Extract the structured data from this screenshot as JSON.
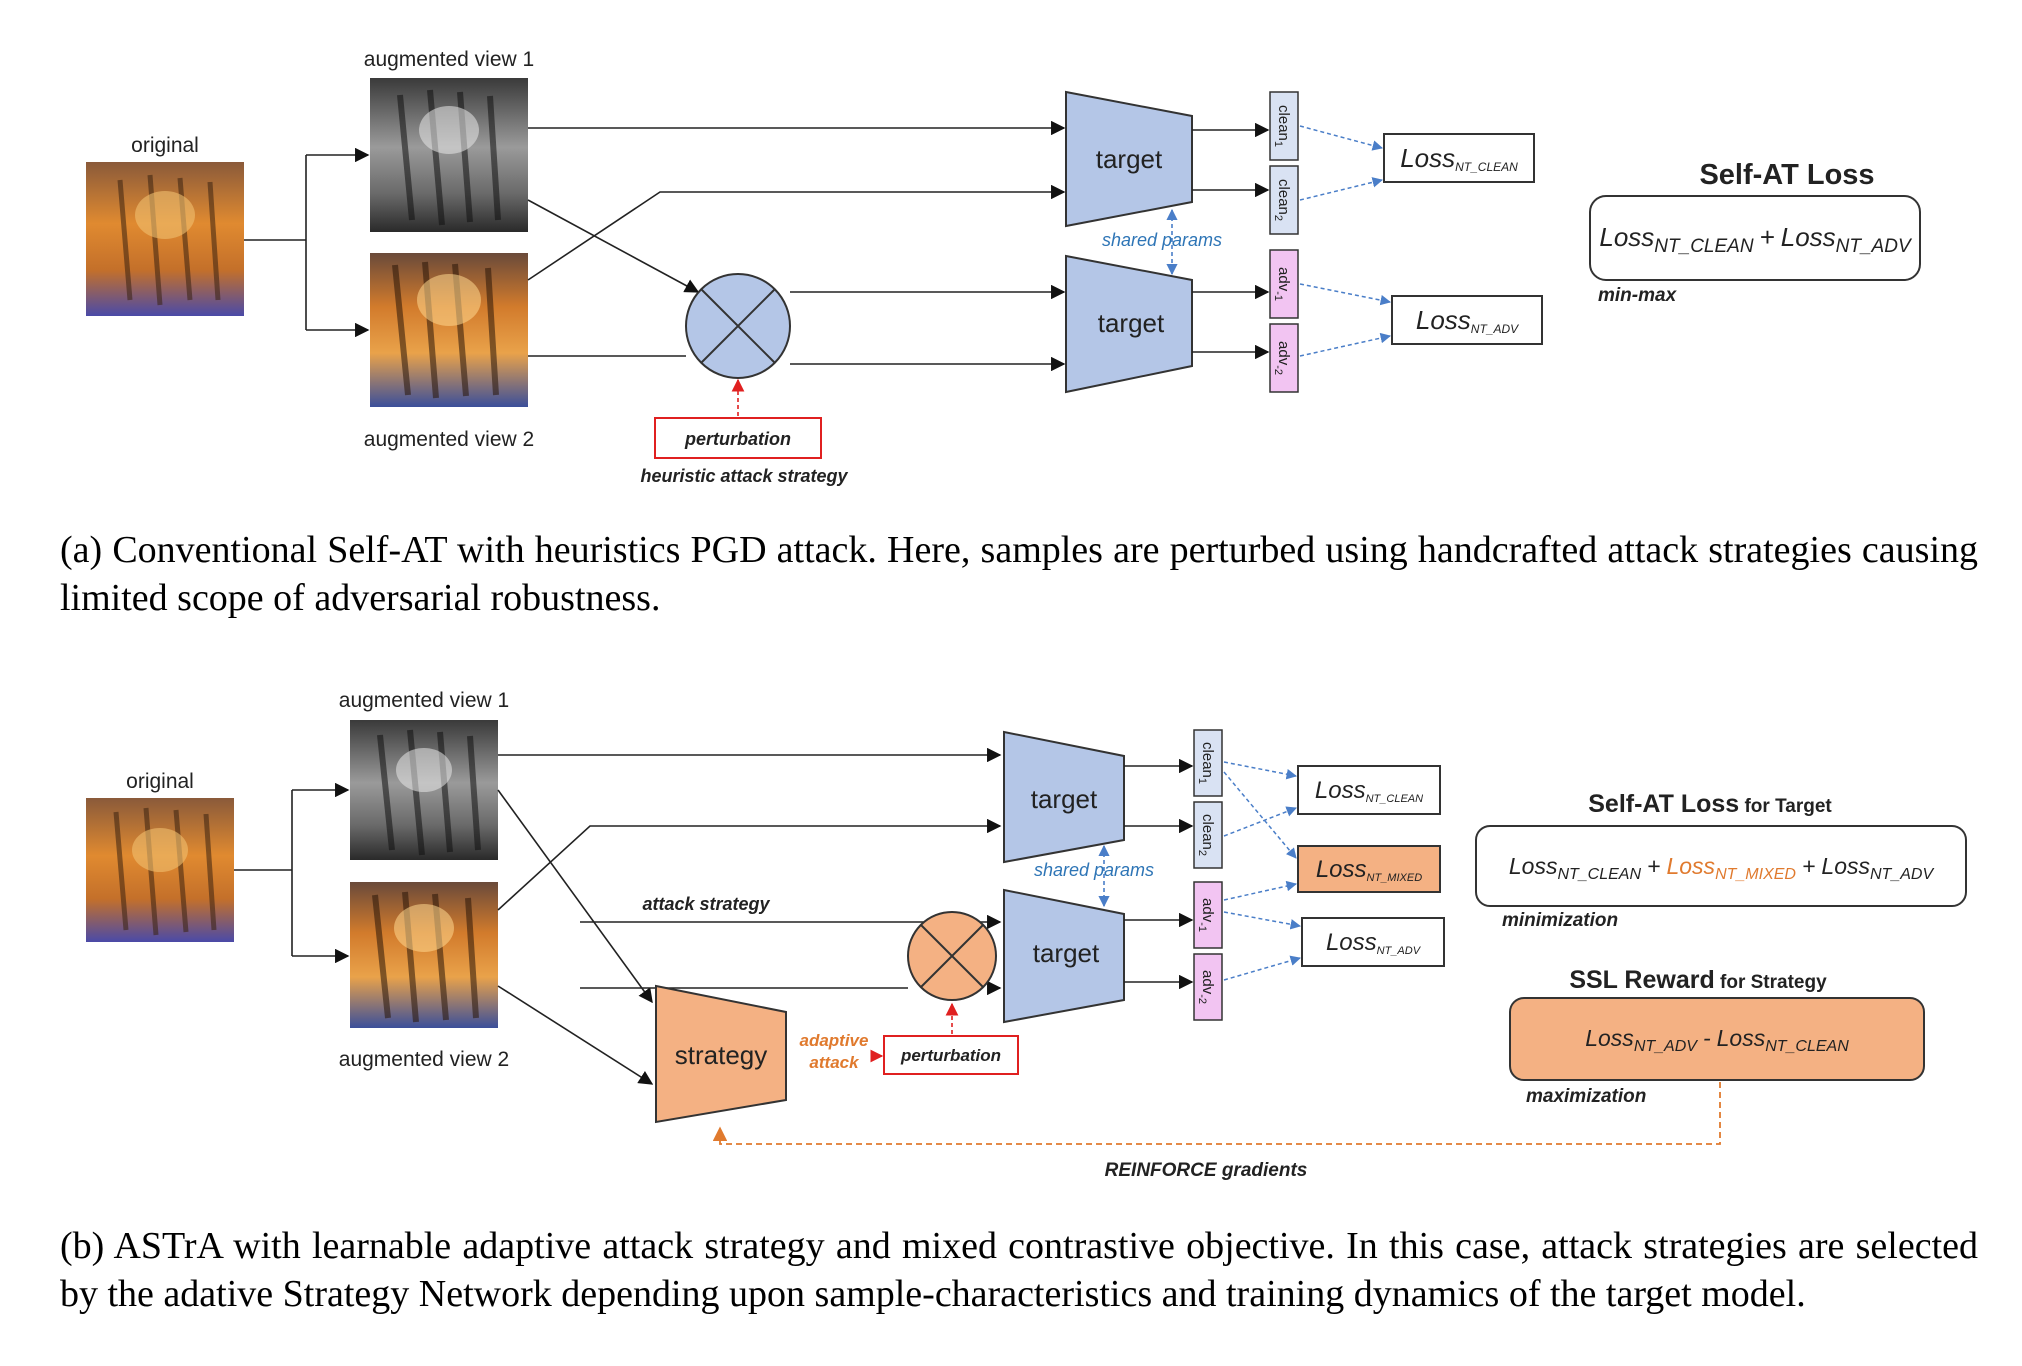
{
  "panel_a": {
    "original": "original",
    "view1": "augmented view 1",
    "view2": "augmented view 2",
    "target_top": "target",
    "target_bottom": "target",
    "shared_params": "shared params",
    "perturbation": "perturbation",
    "heuristic": "heuristic attack strategy",
    "clean": "clean",
    "adv": "adv",
    "sub1": "1",
    "sub2": "2",
    "sub_adv1": "-1",
    "sub_adv2": "-2",
    "loss": "Loss",
    "loss_clean_sub": "NT_CLEAN",
    "loss_adv_sub": "NT_ADV",
    "selfat_title": "Self-AT Loss",
    "selfat_term1_sub": "NT_CLEAN",
    "plus": "+",
    "selfat_term2_sub": "NT_ADV",
    "minmax": "min-max",
    "caption": "(a) Conventional Self-AT with heuristics PGD attack.  Here, samples are perturbed using handcrafted attack strategies causing limited scope of adversarial robustness."
  },
  "panel_b": {
    "original": "original",
    "view1": "augmented view 1",
    "view2": "augmented view 2",
    "target_top": "target",
    "target_bottom": "target",
    "shared_params": "shared params",
    "attack_strategy": "attack strategy",
    "strategy": "strategy",
    "adaptive": "adaptive",
    "attack": "attack",
    "perturbation": "perturbation",
    "loss": "Loss",
    "loss_clean_sub": "NT_CLEAN",
    "loss_mixed_sub": "NT_MIXED",
    "loss_adv_sub": "NT_ADV",
    "selfat_title": "Self-AT Loss",
    "selfat_title_suffix": " for Target",
    "minus": "-",
    "minimization": "minimization",
    "reward_title": "SSL Reward",
    "reward_title_suffix": " for Strategy",
    "maximization": "maximization",
    "reinforce": "REINFORCE gradients",
    "caption": "(b) ASTrA with learnable adaptive attack strategy and mixed contrastive objective. In this case, attack strategies are selected by the adative Strategy Network depending upon sample-characteristics and training dynamics of the target model."
  },
  "colors": {
    "target_fill": "#b4c6e7",
    "strategy_fill": "#f4b183",
    "clean_fill": "#d9e2f3",
    "adv_fill": "#f2c4f2",
    "perturb_border": "#e02020",
    "blue_text": "#2e75b6",
    "orange_text": "#e07a2e"
  }
}
